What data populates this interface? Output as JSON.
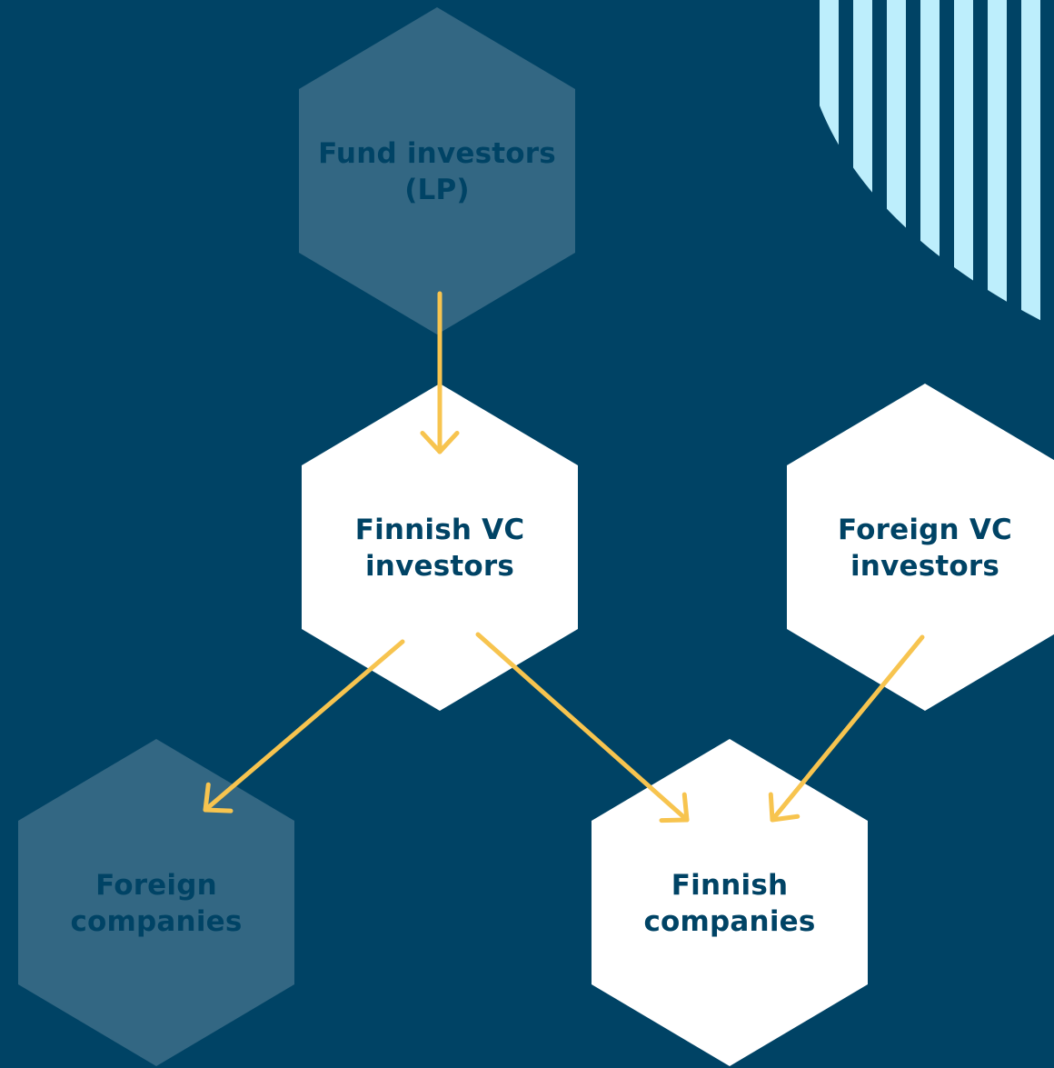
{
  "colors": {
    "background": "#004365",
    "hex_light": "#ffffff",
    "hex_muted": "#336783",
    "text": "#004365",
    "arrow": "#f7c44f",
    "stripes": "#bdeefc"
  },
  "nodes": {
    "fund_investors": {
      "lines": [
        "Fund investors",
        "(LP)"
      ],
      "style": "muted"
    },
    "finnish_vc": {
      "lines": [
        "Finnish VC",
        "investors"
      ],
      "style": "light"
    },
    "foreign_vc": {
      "lines": [
        "Foreign VC",
        "investors"
      ],
      "style": "light"
    },
    "foreign_companies": {
      "lines": [
        "Foreign",
        "companies"
      ],
      "style": "muted"
    },
    "finnish_companies": {
      "lines": [
        "Finnish",
        "companies"
      ],
      "style": "light"
    }
  },
  "edges": [
    {
      "from": "fund_investors",
      "to": "finnish_vc"
    },
    {
      "from": "finnish_vc",
      "to": "foreign_companies"
    },
    {
      "from": "finnish_vc",
      "to": "finnish_companies"
    },
    {
      "from": "foreign_vc",
      "to": "finnish_companies"
    }
  ]
}
